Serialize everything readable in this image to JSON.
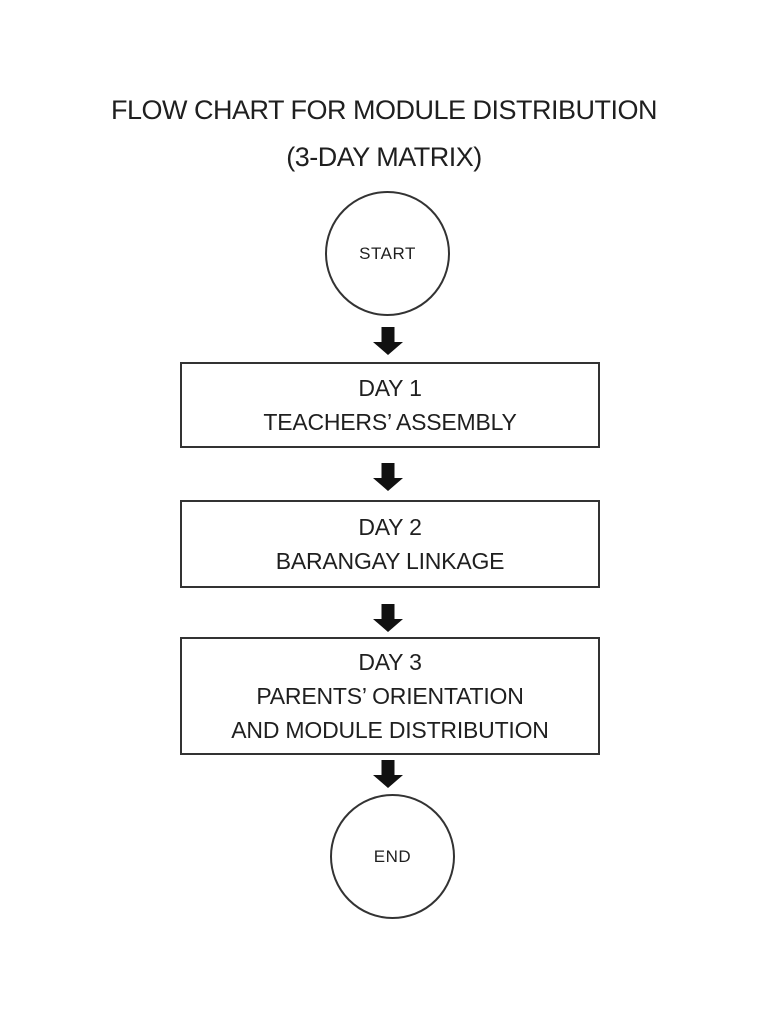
{
  "document": {
    "title_line1": "FLOW CHART FOR MODULE DISTRIBUTION",
    "title_line2": "(3-DAY MATRIX)"
  },
  "flowchart": {
    "start_label": "START",
    "end_label": "END",
    "connector_icon": "down-block-arrow",
    "steps": [
      {
        "lines": [
          "DAY 1",
          "TEACHERS’ ASSEMBLY"
        ]
      },
      {
        "lines": [
          "DAY 2",
          "BARANGAY LINKAGE"
        ]
      },
      {
        "lines": [
          "DAY 3",
          "PARENTS’ ORIENTATION",
          "AND MODULE DISTRIBUTION"
        ]
      }
    ]
  },
  "colors": {
    "ink": "#1f1f1f",
    "shape_border": "#333333",
    "arrow_fill": "#111111",
    "background": "#ffffff"
  }
}
